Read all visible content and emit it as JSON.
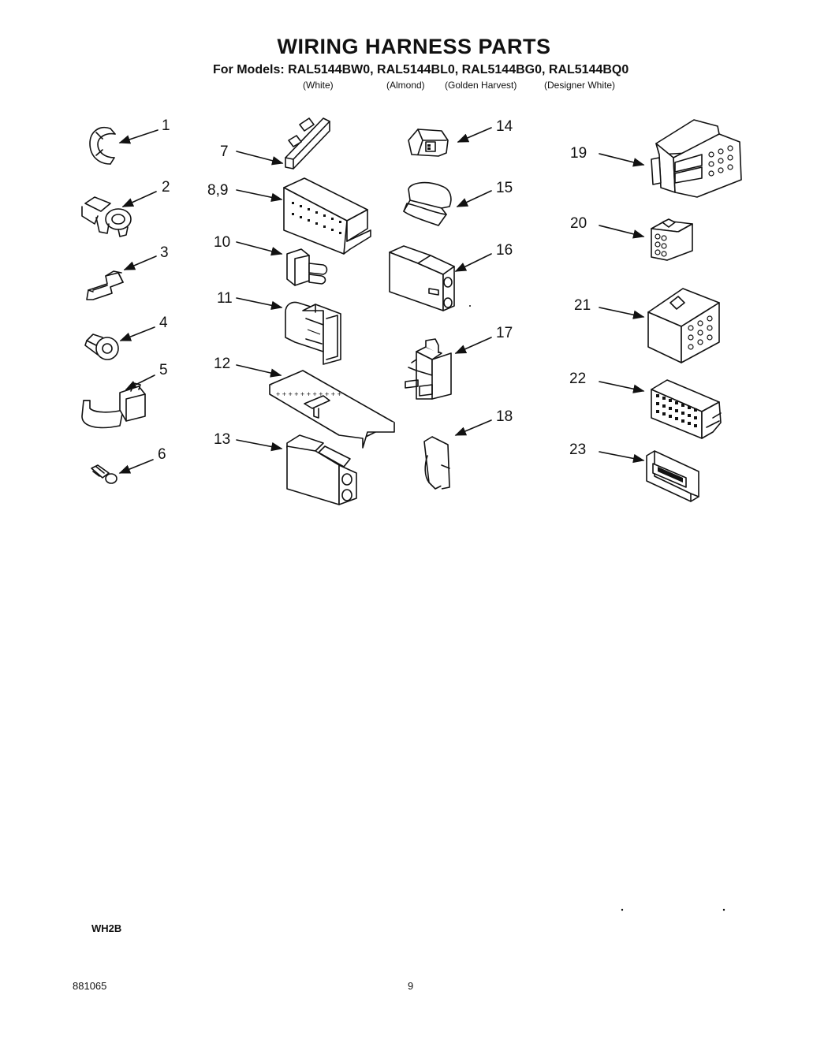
{
  "header": {
    "title": "WIRING HARNESS PARTS",
    "models_line": "For Models:  RAL5144BW0, RAL5144BL0, RAL5144BG0, RAL5144BQ0",
    "model_colors": [
      "(White)",
      "(Almond)",
      "(Golden Harvest)",
      "(Designer White)"
    ]
  },
  "callouts": [
    "1",
    "2",
    "3",
    "4",
    "5",
    "6",
    "7",
    "8,9",
    "10",
    "11",
    "12",
    "13",
    "14",
    "15",
    "16",
    "17",
    "18",
    "19",
    "20",
    "21",
    "22",
    "23"
  ],
  "footer": {
    "section_code": "WH2B",
    "document_number": "881065",
    "page_number": "9"
  }
}
